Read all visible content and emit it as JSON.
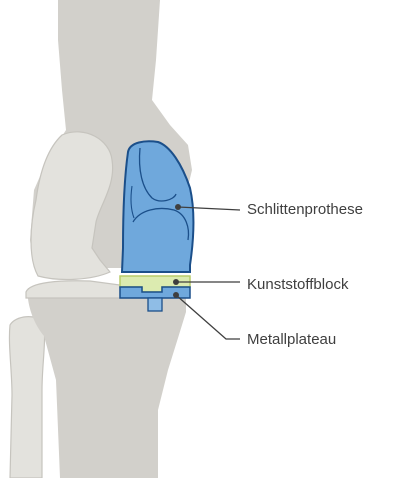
{
  "labels": {
    "sled": "Schlittenprothese",
    "insert": "Kunststoffblock",
    "plateau": "Metallplateau"
  },
  "colors": {
    "bone_shaft": "#d2d0cb",
    "bone_light": "#e3e2dd",
    "bone_outline": "#c3c1bb",
    "prosthesis_fill": "#6fa8dc",
    "prosthesis_outline": "#1b4f8a",
    "insert_fill": "#dcebb0",
    "insert_outline": "#b8cc6a",
    "plateau_fill": "#6fa8dc",
    "leader_line": "#3f3f3f"
  }
}
